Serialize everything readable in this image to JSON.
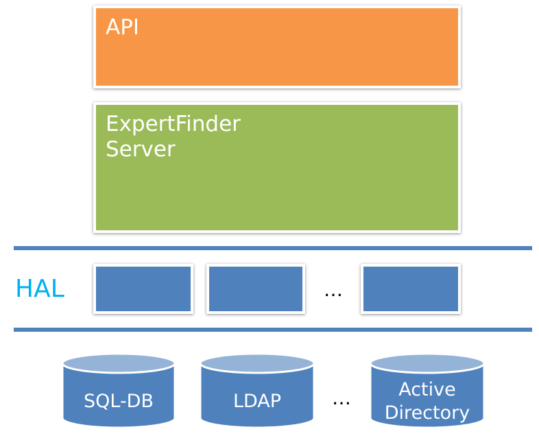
{
  "layers": {
    "api": "API",
    "server": "ExpertFinder\nServer"
  },
  "hal": {
    "label": "HAL",
    "ellipsis": "…"
  },
  "datastores": {
    "sql": "SQL-DB",
    "ldap": "LDAP",
    "ad": "Active\nDirectory",
    "ellipsis": "…"
  },
  "colors": {
    "api": "#f79646",
    "server": "#9bbb59",
    "hal_blue": "#4f81bd",
    "hal_label": "#00b0f0"
  }
}
